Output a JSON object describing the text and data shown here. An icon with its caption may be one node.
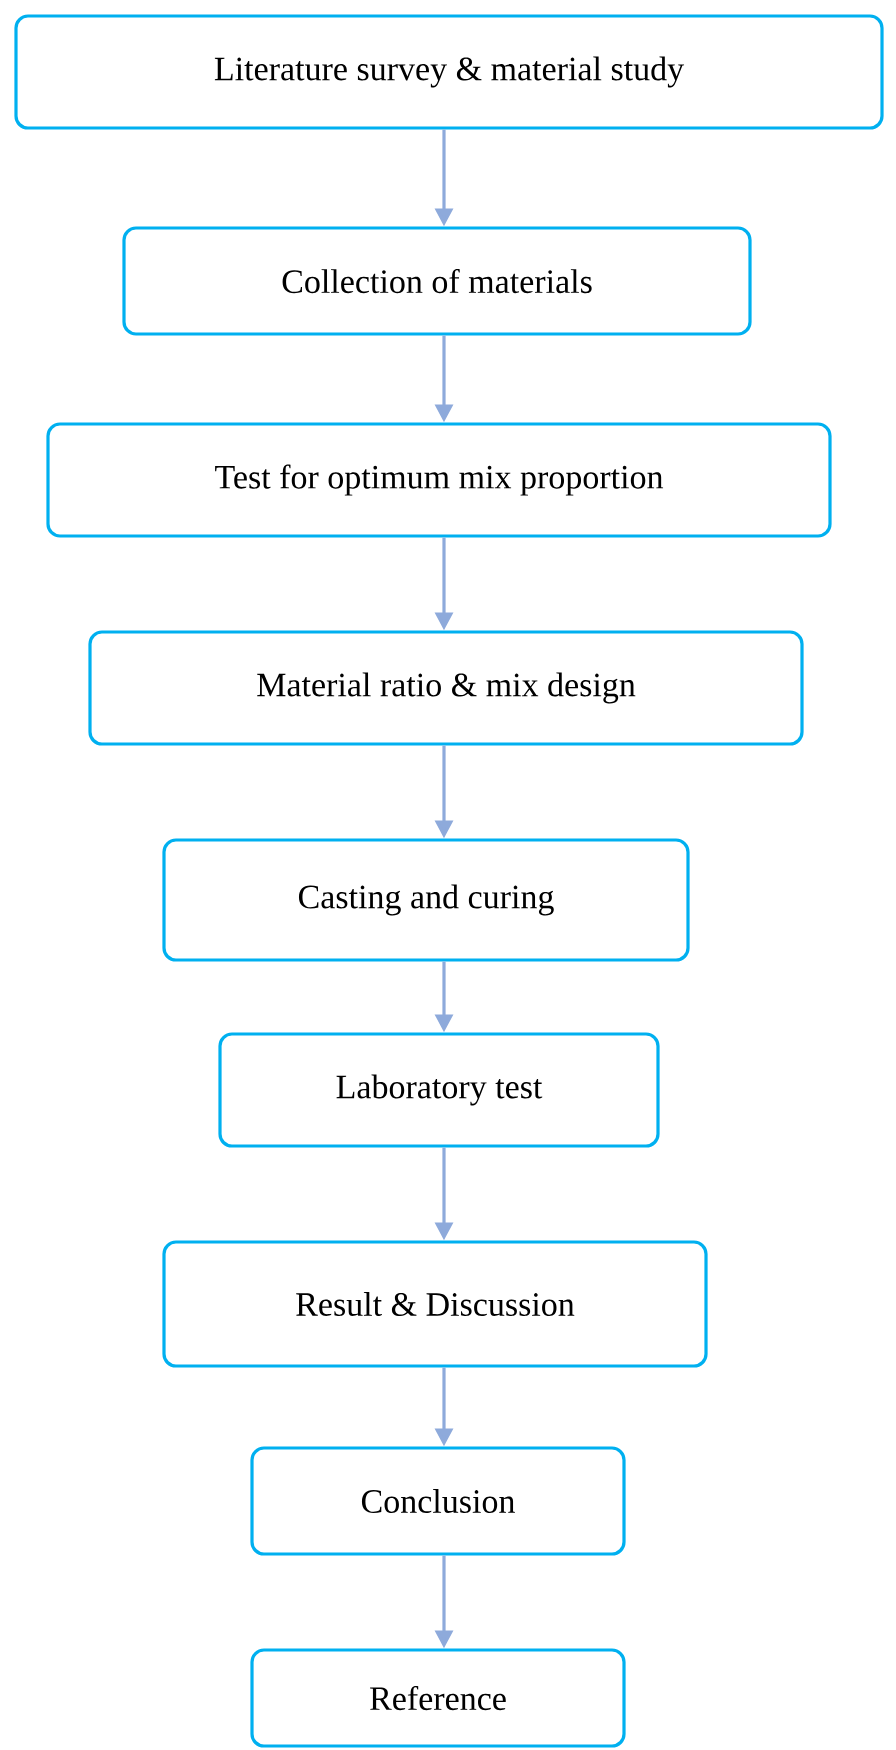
{
  "diagram": {
    "nodes": [
      {
        "text": [
          "Literature survey & material study"
        ]
      },
      {
        "text": [
          "Collection of materials"
        ]
      },
      {
        "text": [
          "Test for optimum mix proportion"
        ]
      },
      {
        "text": [
          "Material ratio & mix design"
        ]
      },
      {
        "text": [
          "Casting and curing"
        ]
      },
      {
        "text": [
          "Laboratory test"
        ]
      },
      {
        "text": [
          "Result & Discussion"
        ]
      },
      {
        "text": [
          "Conclusion"
        ]
      },
      {
        "text": [
          "Reference"
        ]
      }
    ],
    "edges": [
      {
        "from": 0,
        "to": 1,
        "arrow": "to"
      },
      {
        "from": 1,
        "to": 2,
        "arrow": "to"
      },
      {
        "from": 2,
        "to": 3,
        "arrow": "to"
      },
      {
        "from": 3,
        "to": 4,
        "arrow": "to"
      },
      {
        "from": 4,
        "to": 5,
        "arrow": "to"
      },
      {
        "from": 5,
        "to": 6,
        "arrow": "to"
      },
      {
        "from": 6,
        "to": 7,
        "arrow": "to"
      },
      {
        "from": 7,
        "to": 8,
        "arrow": "to"
      }
    ]
  }
}
